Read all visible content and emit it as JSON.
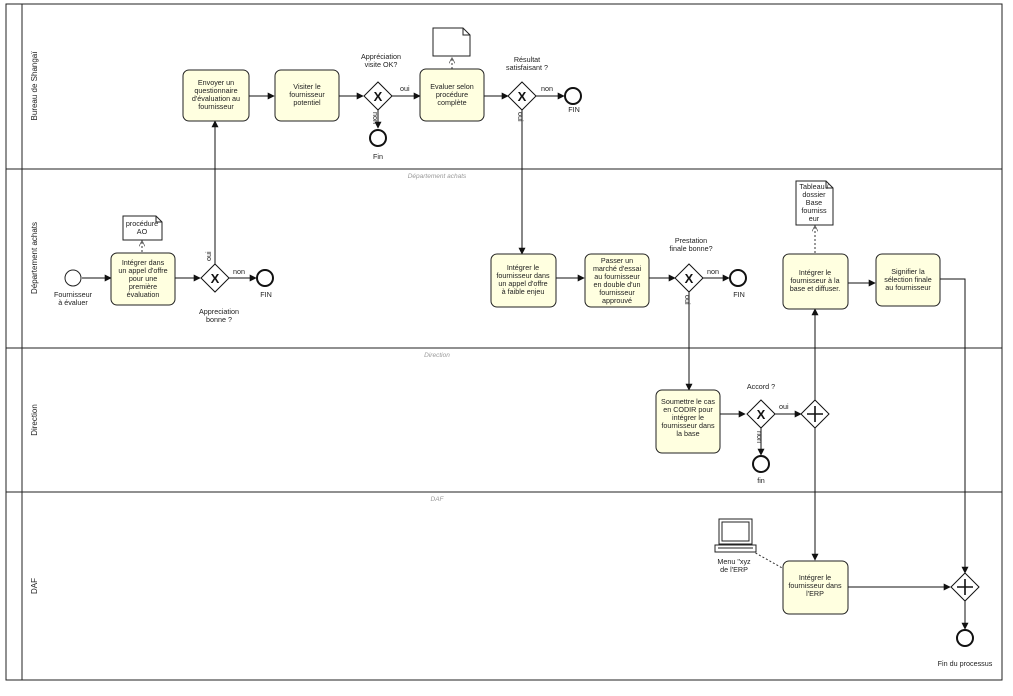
{
  "lanes": [
    {
      "id": "shanghai",
      "label": "Bureau de Shangaï",
      "sub": ""
    },
    {
      "id": "achats",
      "label": "Département achats",
      "sub": "Département achats"
    },
    {
      "id": "direction",
      "label": "Direction",
      "sub": "Direction"
    },
    {
      "id": "daf",
      "label": "DAF",
      "sub": "DAF"
    }
  ],
  "tasks": {
    "questionnaire": [
      "Envoyer un",
      "questionnaire",
      "d'évaluation au",
      "fournisseur"
    ],
    "visiter": [
      "Visiter le",
      "fournisseur",
      "potentiel"
    ],
    "evaluer": [
      "Evaluer selon",
      "procédure",
      "complète"
    ],
    "integrer_ao": [
      "Intégrer dans",
      "un appel d'offre",
      "pour une",
      "première",
      "évaluation"
    ],
    "integrer_faible": [
      "Intégrer le",
      "fournisseur dans",
      "un appel d'offre",
      "à faible enjeu"
    ],
    "passer_marche": [
      "Passer un",
      "marché d'essai",
      "au fournisseur",
      "en double d'un",
      "fournisseur",
      "approuvé"
    ],
    "integrer_base": [
      "Intégrer le",
      "fournisseur à la",
      "base et diffuser."
    ],
    "signifier": [
      "Signifier la",
      "sélection finale",
      "au fournisseur"
    ],
    "soumettre": [
      "Soumettre le cas",
      "en CODIR pour",
      "intégrer le",
      "fournisseur dans",
      "la base"
    ],
    "integrer_erp": [
      "Intégrer le",
      "fournisseur dans",
      "l'ERP"
    ]
  },
  "documents": {
    "proc_ao": [
      "procédure",
      "AO"
    ],
    "tableau": [
      "Tableau /",
      "dossier",
      "Base",
      "fourniss",
      "eur"
    ]
  },
  "gateway_labels": {
    "visite_ok": [
      "Appréciation",
      "visite OK?"
    ],
    "resultat": [
      "Résultat",
      "satisfaisant ?"
    ],
    "appreciation": [
      "Appreciation",
      "bonne ?"
    ],
    "prestation": [
      "Prestation",
      "finale bonne?"
    ],
    "accord": "Accord ?"
  },
  "flow_labels": {
    "oui": "oui",
    "non": "non"
  },
  "events": {
    "start": [
      "Fournisseur",
      "à évaluer"
    ],
    "fin": "Fin",
    "fin_caps": "FIN",
    "fin_lower": "fin",
    "fin_processus": "Fin du processus"
  },
  "artifacts": {
    "computer": [
      "Menu \"xyz",
      "de l'ERP"
    ]
  }
}
